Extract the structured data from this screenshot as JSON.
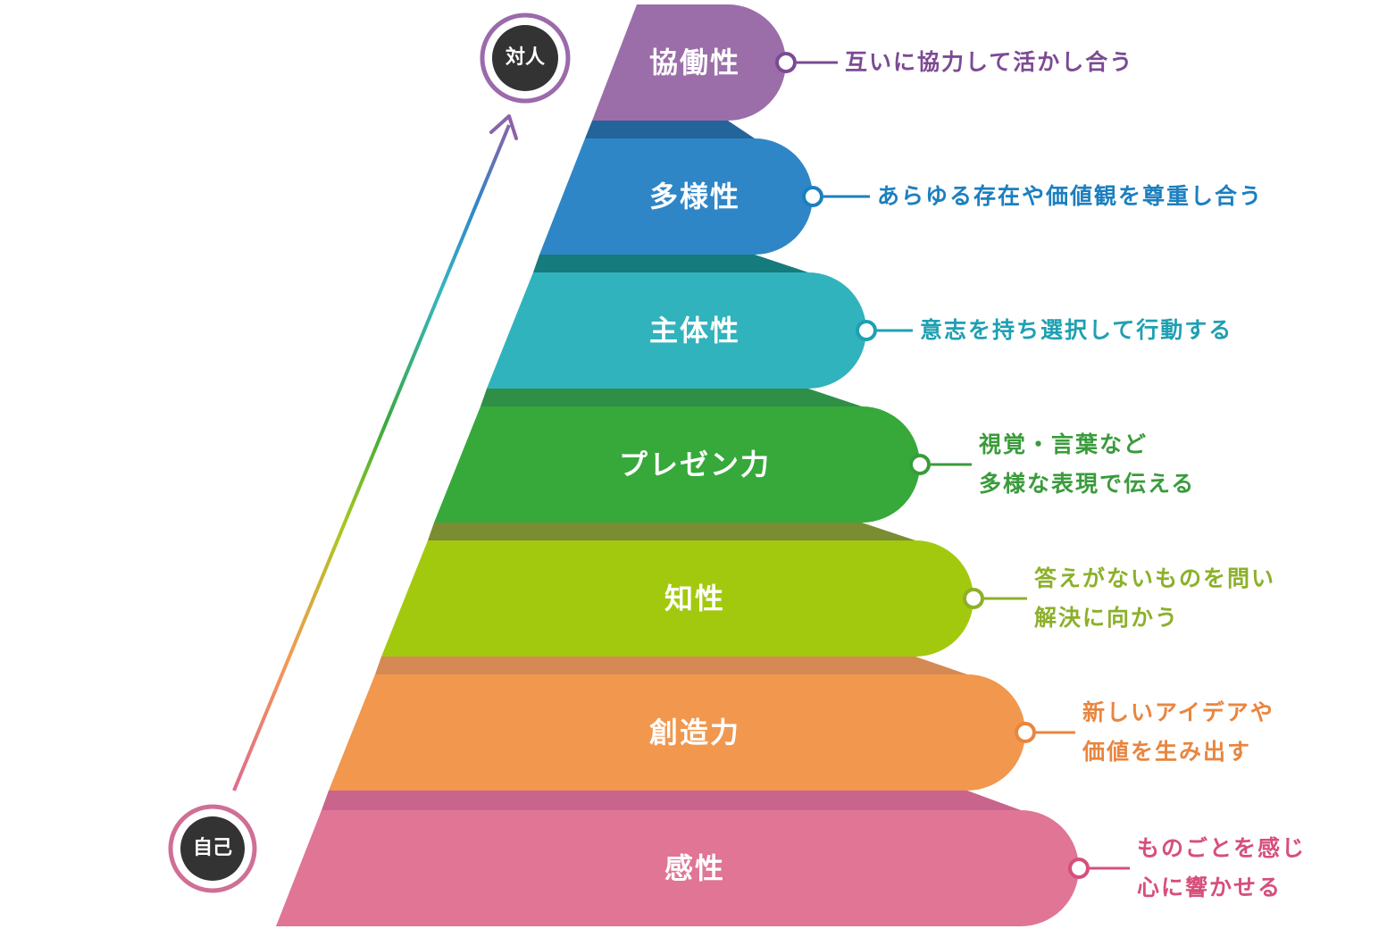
{
  "top_node": {
    "label": "対人",
    "ring_color": "#9b6aab"
  },
  "bottom_node": {
    "label": "自己",
    "ring_color": "#d06f95"
  },
  "tiers": [
    {
      "label": "協働性",
      "description": [
        "互いに協力して活かし合う"
      ],
      "color": "#9b6ea9",
      "shadow": "#23649a",
      "text_color": "#7c4a93"
    },
    {
      "label": "多様性",
      "description": [
        "あらゆる存在や価値観を尊重し合う"
      ],
      "color": "#2f86c6",
      "shadow": "#157b7c",
      "text_color": "#1c7fbf"
    },
    {
      "label": "主体性",
      "description": [
        "意志を持ち選択して行動する"
      ],
      "color": "#30b3bc",
      "shadow": "#2f8f47",
      "text_color": "#1fa0b2"
    },
    {
      "label": "プレゼン力",
      "description": [
        "視覚・言葉など",
        "多様な表現で伝える"
      ],
      "color": "#36a93a",
      "shadow": "#7a8d32",
      "text_color": "#3a9b3b"
    },
    {
      "label": "知性",
      "description": [
        "答えがないものを問い",
        "解決に向かう"
      ],
      "color": "#a3c90e",
      "shadow": "#d48a52",
      "text_color": "#8cb02a"
    },
    {
      "label": "創造力",
      "description": [
        "新しいアイデアや",
        "価値を生み出す"
      ],
      "color": "#f1974e",
      "shadow": "#c9648c",
      "text_color": "#e8863f"
    },
    {
      "label": "感性",
      "description": [
        "ものごとを感じ",
        "心に響かせる"
      ],
      "color": "#e07595",
      "shadow": "",
      "text_color": "#d64f7b"
    }
  ]
}
